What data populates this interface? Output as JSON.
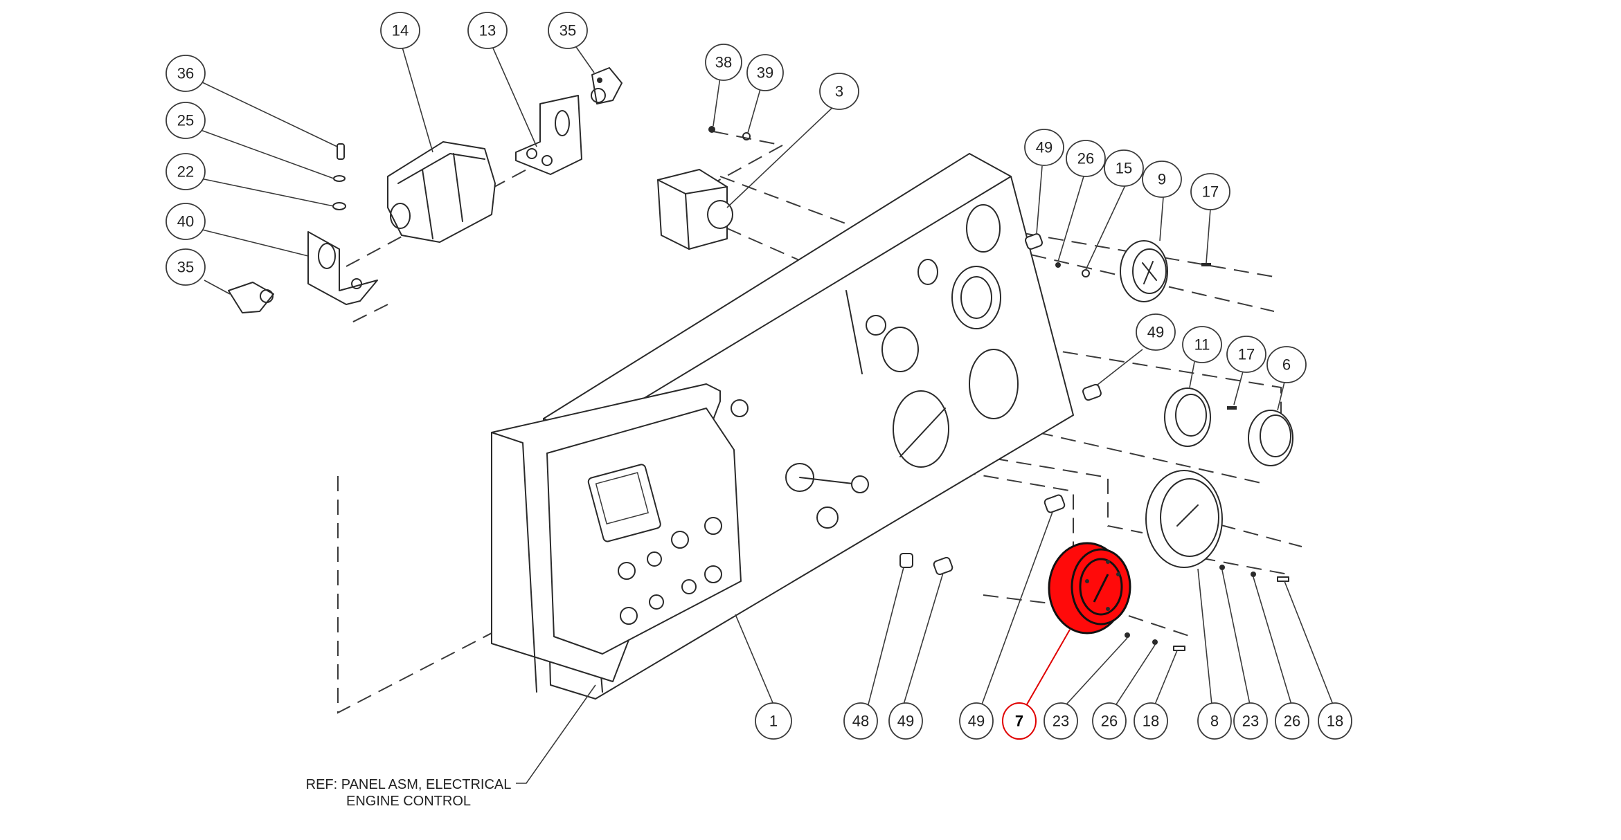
{
  "diagram": {
    "title": "Exploded parts view - control panel assembly",
    "highlight_color": "#ff0a0a",
    "highlighted_item": "7",
    "reference_note": {
      "line1": "REF: PANEL ASM, ELECTRICAL",
      "line2": "ENGINE CONTROL"
    },
    "callouts": [
      {
        "id": "c14",
        "label": "14"
      },
      {
        "id": "c13",
        "label": "13"
      },
      {
        "id": "c35a",
        "label": "35"
      },
      {
        "id": "c36",
        "label": "36"
      },
      {
        "id": "c25",
        "label": "25"
      },
      {
        "id": "c22",
        "label": "22"
      },
      {
        "id": "c40",
        "label": "40"
      },
      {
        "id": "c35b",
        "label": "35"
      },
      {
        "id": "c38",
        "label": "38"
      },
      {
        "id": "c39",
        "label": "39"
      },
      {
        "id": "c3",
        "label": "3"
      },
      {
        "id": "c49a",
        "label": "49"
      },
      {
        "id": "c26a",
        "label": "26"
      },
      {
        "id": "c15",
        "label": "15"
      },
      {
        "id": "c9",
        "label": "9"
      },
      {
        "id": "c17a",
        "label": "17"
      },
      {
        "id": "c49b",
        "label": "49"
      },
      {
        "id": "c11",
        "label": "11"
      },
      {
        "id": "c17b",
        "label": "17"
      },
      {
        "id": "c6",
        "label": "6"
      },
      {
        "id": "c1",
        "label": "1"
      },
      {
        "id": "c48",
        "label": "48"
      },
      {
        "id": "c49c",
        "label": "49"
      },
      {
        "id": "c49d",
        "label": "49"
      },
      {
        "id": "c7",
        "label": "7"
      },
      {
        "id": "c23a",
        "label": "23"
      },
      {
        "id": "c26b",
        "label": "26"
      },
      {
        "id": "c18a",
        "label": "18"
      },
      {
        "id": "c8",
        "label": "8"
      },
      {
        "id": "c23b",
        "label": "23"
      },
      {
        "id": "c26c",
        "label": "26"
      },
      {
        "id": "c18b",
        "label": "18"
      }
    ]
  }
}
